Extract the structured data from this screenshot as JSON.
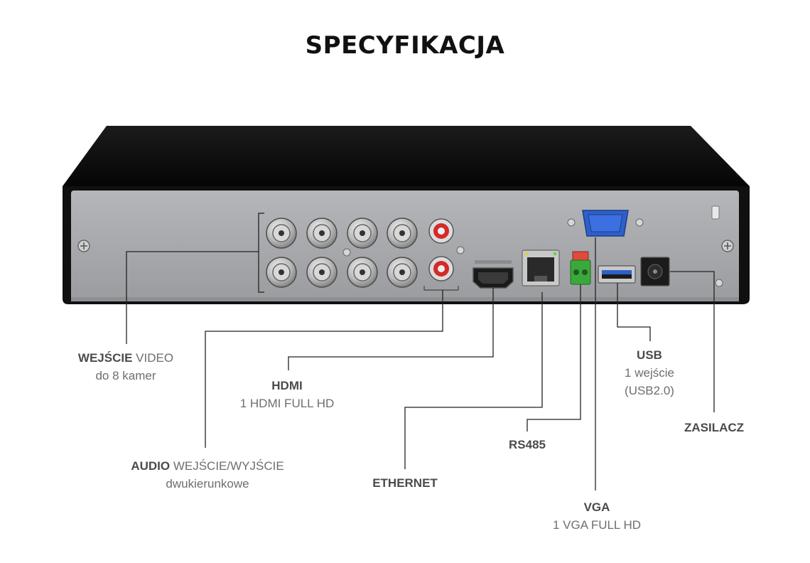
{
  "title": "SPECYFIKACJA",
  "colors": {
    "device_body": "#0e0e0e",
    "back_panel": "#a6a8ac",
    "leader_line": "#222222",
    "text_bold": "#4b4b4b",
    "text_regular": "#6e6e6e",
    "vga_port": "#2f5fc8",
    "audio_ring": "#d42a2a",
    "rs485_terminal": "#3aa83a"
  },
  "callouts": {
    "video_input": {
      "bold": "WEJŚCIE",
      "rest": " VIDEO",
      "line2": "do 8 kamer"
    },
    "hdmi": {
      "bold": "HDMI",
      "rest": "",
      "line2": "1 HDMI FULL HD"
    },
    "audio": {
      "bold": "AUDIO",
      "rest": " WEJŚCIE/WYJŚCIE",
      "line2": "dwukierunkowe"
    },
    "ethernet": {
      "bold": "ETHERNET",
      "rest": "",
      "line2": ""
    },
    "rs485": {
      "bold": "RS485",
      "rest": "",
      "line2": ""
    },
    "vga": {
      "bold": "VGA",
      "rest": "",
      "line2": "1 VGA FULL HD"
    },
    "usb": {
      "bold": "USB",
      "rest": "",
      "line2": "1 wejście",
      "line3": "(USB2.0)"
    },
    "power": {
      "bold": "ZASILACZ",
      "rest": "",
      "line2": ""
    }
  }
}
